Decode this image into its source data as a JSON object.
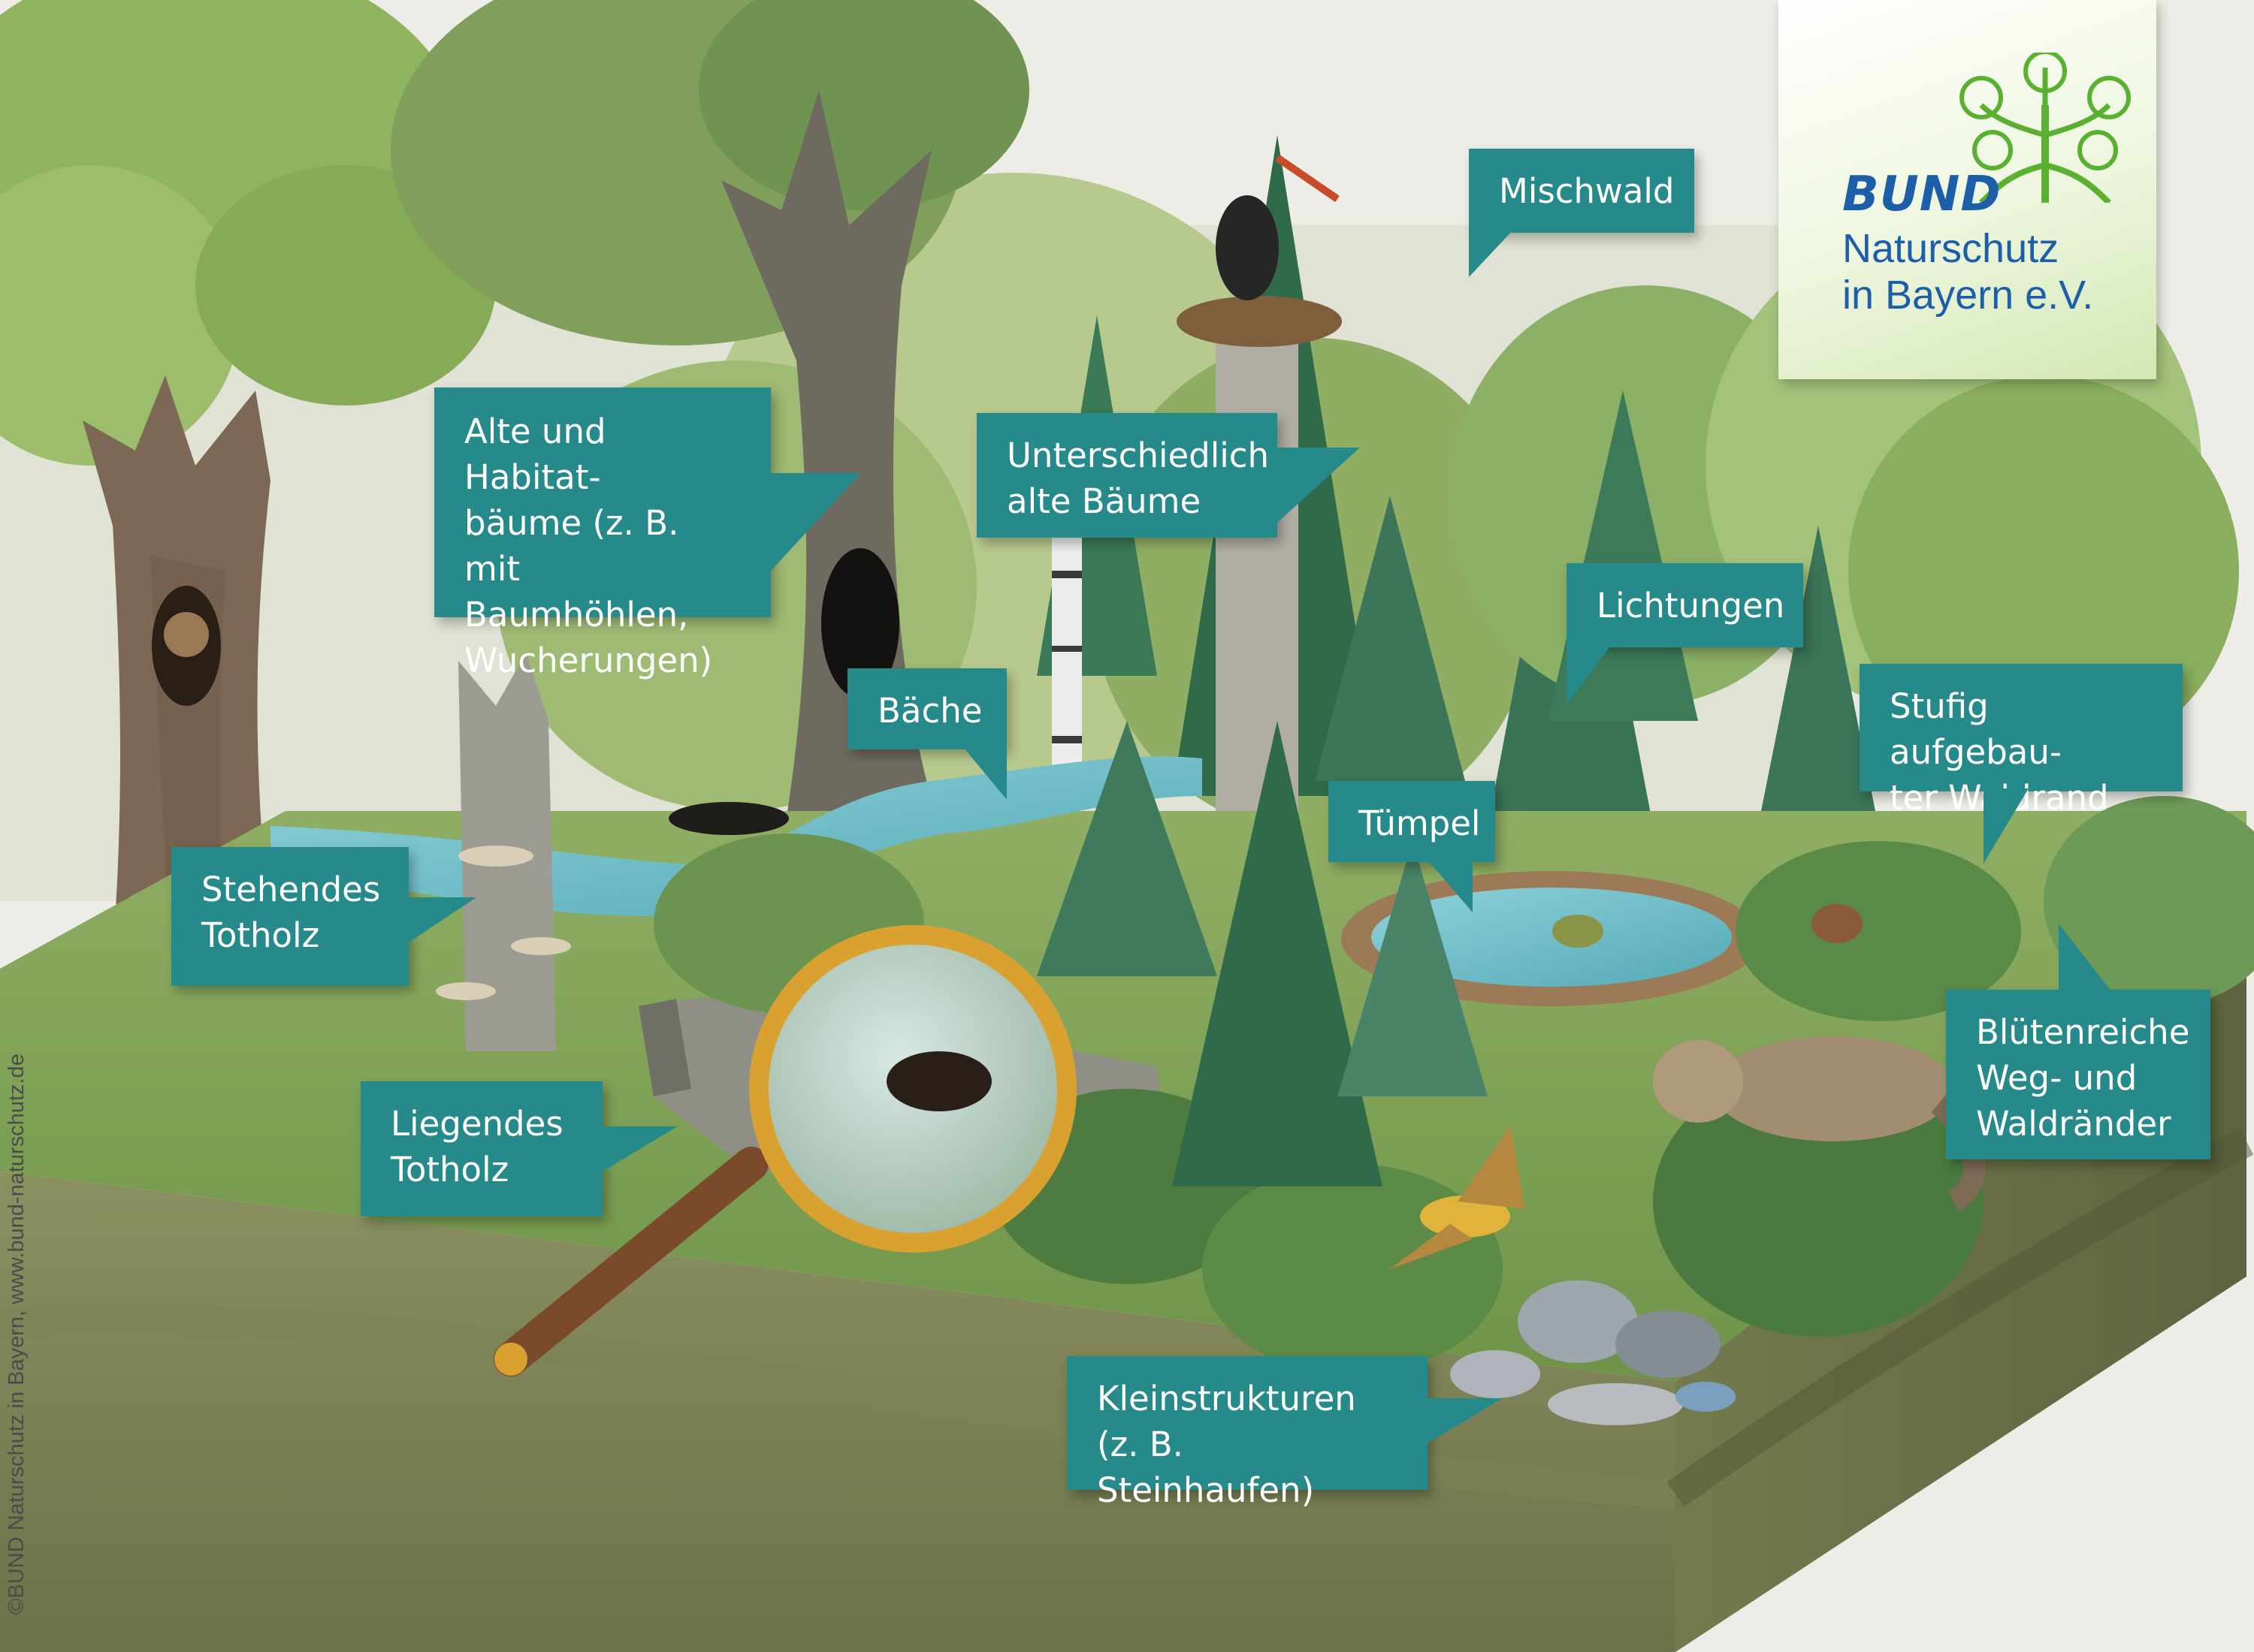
{
  "labels": {
    "mischwald": "Mischwald",
    "alte_baeume": "Alte und Habitat-\nbäume (z. B. mit\nBaumhöhlen,\nWucherungen)",
    "unterschiedlich": "Unterschiedlich\nalte Bäume",
    "lichtungen": "Lichtungen",
    "baeche": "Bäche",
    "stufig": "Stufig aufgebau-\nter Waldrand",
    "tuempel": "Tümpel",
    "stehendes": "Stehendes\nTotholz",
    "bluetenreiche": "Blütenreiche\nWeg- und\nWaldränder",
    "liegendes": "Liegendes\nTotholz",
    "kleinstrukturen": "Kleinstrukturen\n(z. B. Steinhaufen)"
  },
  "logo": {
    "brand": "BUND",
    "line1": "Naturschutz",
    "line2": "in Bayern e.V.",
    "icon": "tree-leaf-logo-icon"
  },
  "copyright": "©BUND Naturschutz in Bayern, www.bund-naturschutz.de",
  "colors": {
    "callout": "#268a8a",
    "brand_blue": "#1c5fa8",
    "brand_green": "#5ab031"
  }
}
